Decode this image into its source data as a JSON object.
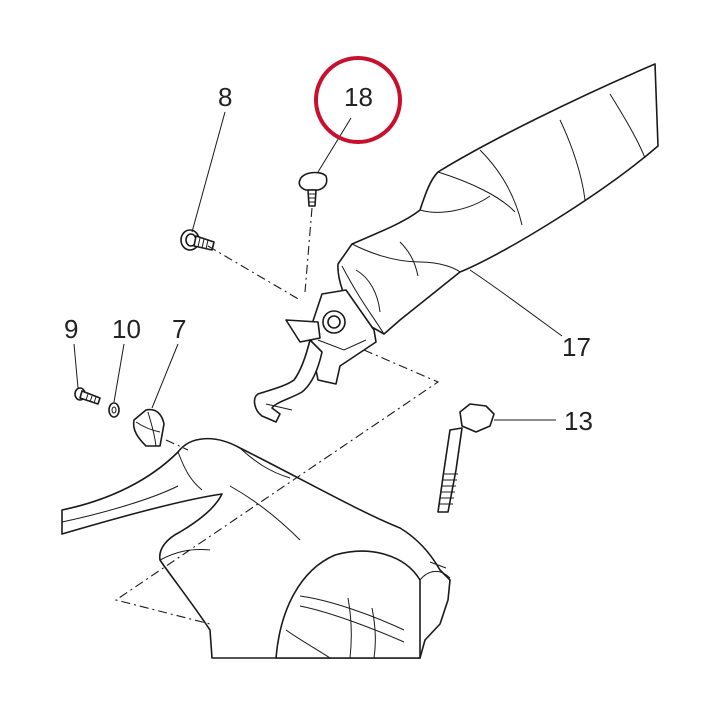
{
  "callouts": {
    "c8": "8",
    "c18": "18",
    "c9": "9",
    "c10": "10",
    "c7": "7",
    "c17": "17",
    "c13": "13"
  },
  "highlight": {
    "target": "18",
    "color": "#c8102e"
  },
  "colors": {
    "line": "#1a1a1a",
    "text": "#222222"
  }
}
